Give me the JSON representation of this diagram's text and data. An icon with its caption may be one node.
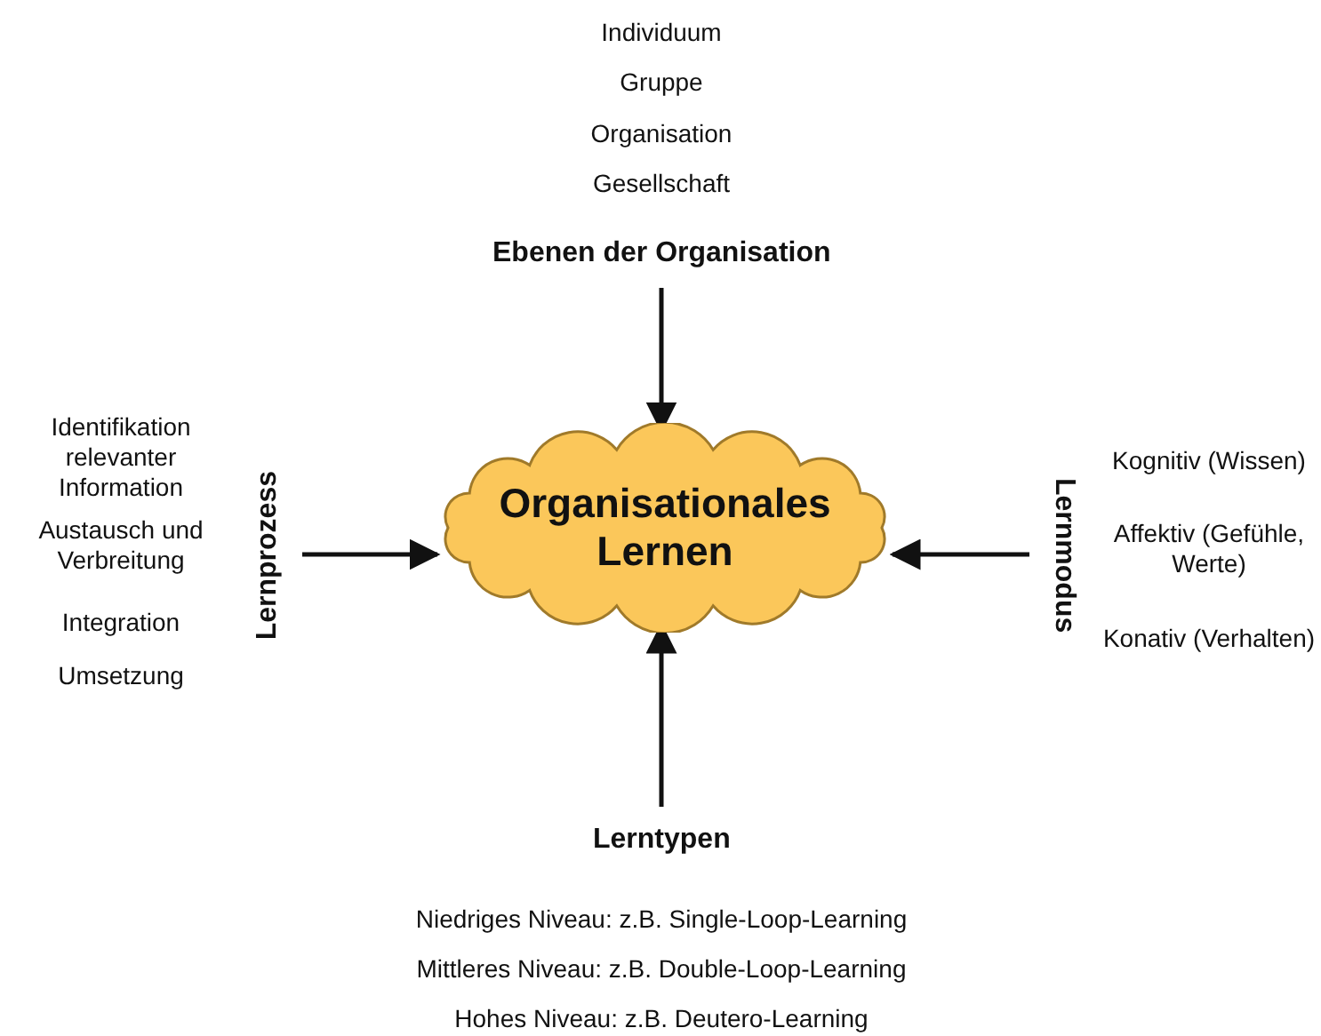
{
  "diagram": {
    "nodes": [
      {
        "text": [
          "Ebenen der Organisation"
        ],
        "beside": [
          "Individuum",
          "Gruppe",
          "Organisation",
          "Gesellschaft"
        ]
      },
      {
        "text": [
          "Lernprozess"
        ],
        "beside": [
          "Identifikation relevanter Information",
          "Austausch und Verbreitung",
          "Integration",
          "Umsetzung"
        ]
      },
      {
        "text": [
          "Organisationales Lernen"
        ]
      },
      {
        "text": [
          "Lernmodus"
        ],
        "beside": [
          "Kognitiv (Wissen)",
          "Affektiv (Gefühle, Werte)",
          "Konativ (Verhalten)"
        ]
      },
      {
        "text": [
          "Lerntypen"
        ],
        "beside": [
          "Niedriges Niveau: z.B. Single-Loop-Learning",
          "Mittleres Niveau: z.B. Double-Loop-Learning",
          "Hohes Niveau: z.B. Deutero-Learning"
        ]
      }
    ],
    "edges": [
      {
        "from": 0,
        "to": 2,
        "arrow": "to"
      },
      {
        "from": 1,
        "to": 2,
        "arrow": "to"
      },
      {
        "from": 3,
        "to": 2,
        "arrow": "to"
      },
      {
        "from": 4,
        "to": 2,
        "arrow": "to"
      }
    ]
  }
}
